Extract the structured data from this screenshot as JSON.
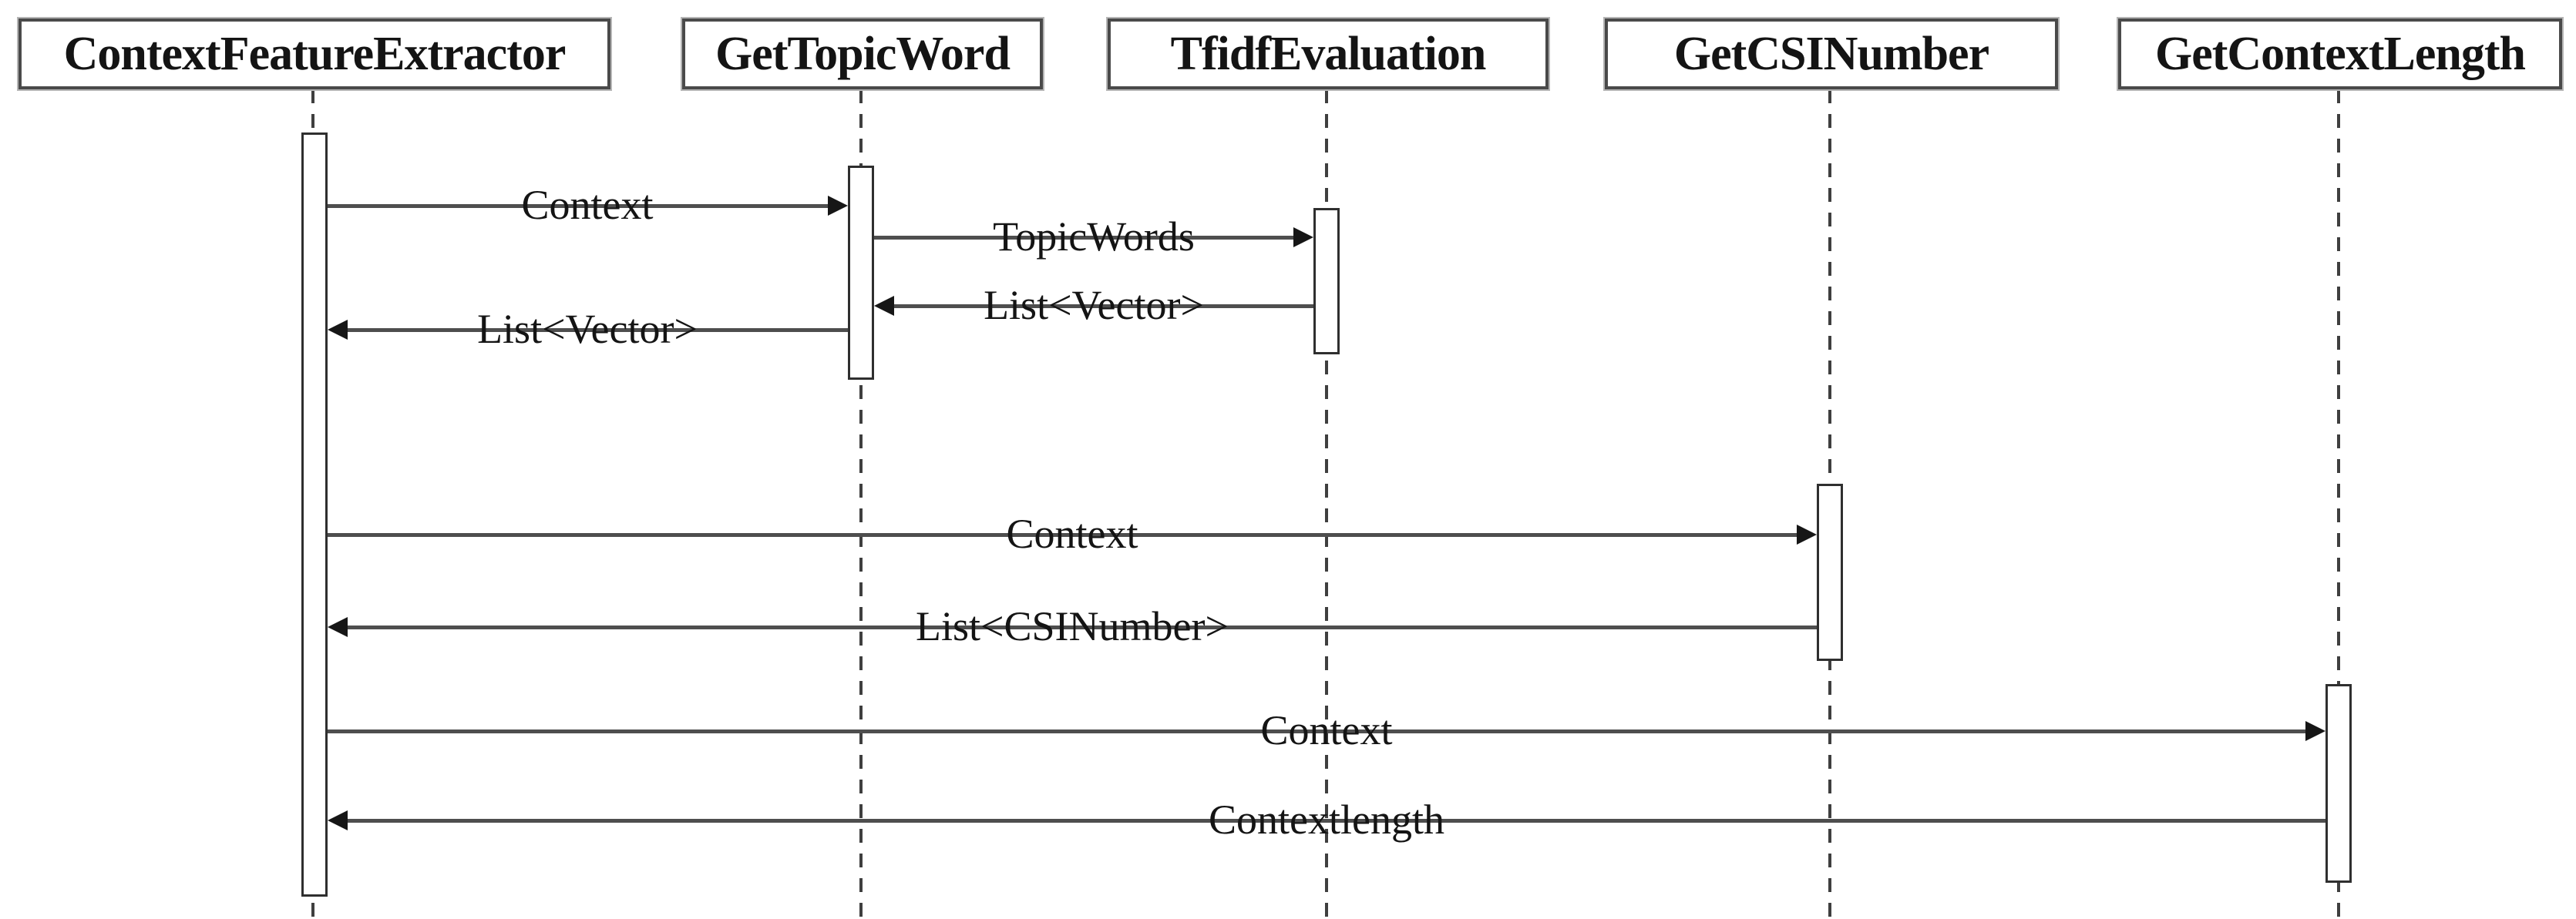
{
  "diagram": {
    "type": "uml-sequence",
    "lifelines": [
      {
        "name": "ContextFeatureExtractor"
      },
      {
        "name": "GetTopicWord"
      },
      {
        "name": "TfidfEvaluation"
      },
      {
        "name": "GetCSINumber"
      },
      {
        "name": "GetContextLength"
      }
    ],
    "messages": [
      {
        "label": "Context",
        "from": "ContextFeatureExtractor",
        "to": "GetTopicWord",
        "direction": "right"
      },
      {
        "label": "TopicWords",
        "from": "GetTopicWord",
        "to": "TfidfEvaluation",
        "direction": "right"
      },
      {
        "label": "List<Vector>",
        "from": "TfidfEvaluation",
        "to": "GetTopicWord",
        "direction": "left"
      },
      {
        "label": "List<Vector>",
        "from": "GetTopicWord",
        "to": "ContextFeatureExtractor",
        "direction": "left"
      },
      {
        "label": "Context",
        "from": "ContextFeatureExtractor",
        "to": "GetCSINumber",
        "direction": "right"
      },
      {
        "label": "List<CSINumber>",
        "from": "GetCSINumber",
        "to": "ContextFeatureExtractor",
        "direction": "left"
      },
      {
        "label": "Context",
        "from": "ContextFeatureExtractor",
        "to": "GetContextLength",
        "direction": "right"
      },
      {
        "label": "Contextlength",
        "from": "GetContextLength",
        "to": "ContextFeatureExtractor",
        "direction": "left"
      }
    ],
    "colors": {
      "background": "#ffffff",
      "message_line": "#4e4e4e",
      "lifeline": "#3f3f3f",
      "box_border": "#4a4a4a",
      "text": "#141414"
    }
  }
}
